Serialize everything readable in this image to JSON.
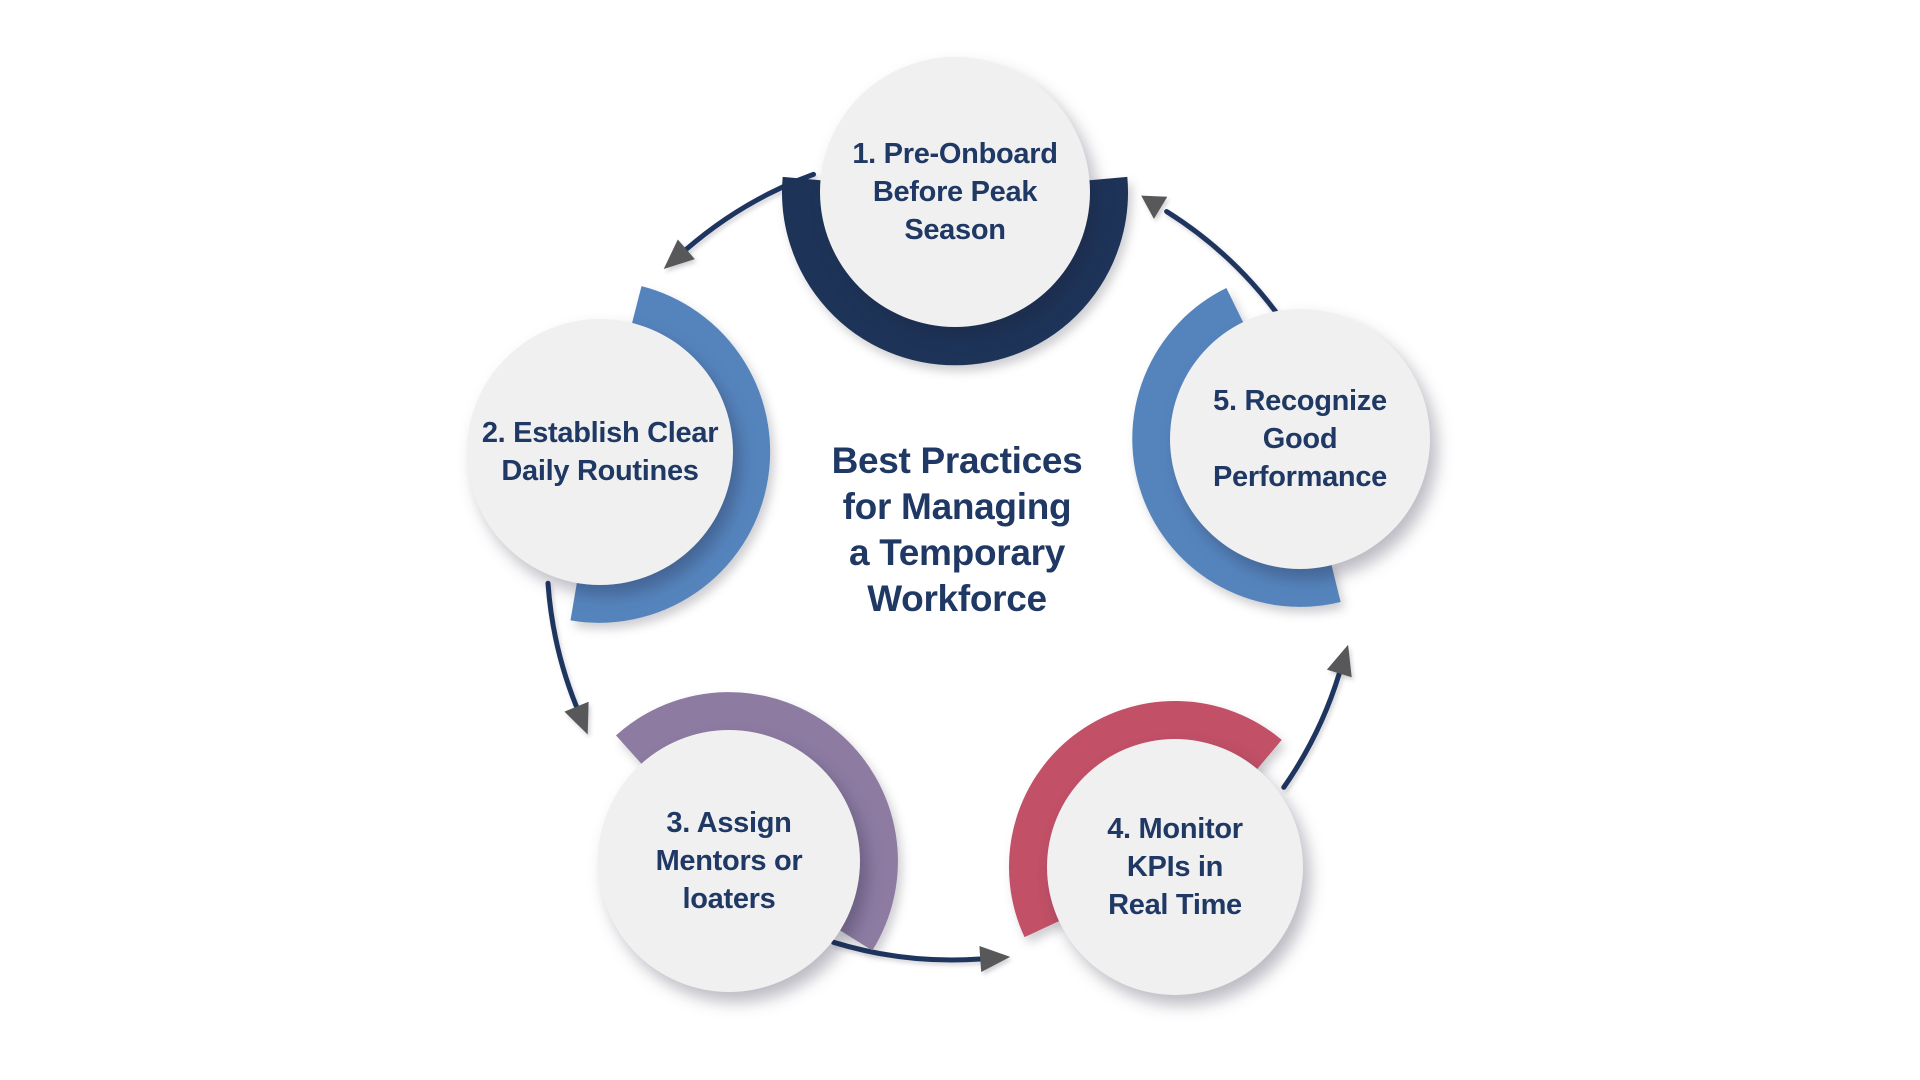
{
  "title": {
    "lines": [
      "Best Practices",
      "for Managing",
      "a Temporary",
      "Workforce"
    ]
  },
  "nodes": [
    {
      "id": "1",
      "lines": [
        "1. Pre-Onboard",
        "Before Peak",
        "Season"
      ],
      "arc_color": "#1d3458"
    },
    {
      "id": "2",
      "lines": [
        "2. Establish Clear",
        "Daily Routines"
      ],
      "arc_color": "#5584bd"
    },
    {
      "id": "3",
      "lines": [
        "3. Assign",
        "Mentors or",
        "loaters"
      ],
      "arc_color": "#8d7ba2"
    },
    {
      "id": "4",
      "lines": [
        "4. Monitor",
        "KPIs in",
        "Real Time"
      ],
      "arc_color": "#c25067"
    },
    {
      "id": "5",
      "lines": [
        "5. Recognize",
        "Good",
        "Performance"
      ],
      "arc_color": "#5584bd"
    }
  ],
  "colors": {
    "background": "#ffffff",
    "circle_fill": "#f0f0f1",
    "text_navy": "#1f3864",
    "navy_arc": "#1d3458",
    "blue_arc": "#5584bd",
    "purple_arc": "#8d7ba2",
    "red_arc": "#c25067",
    "arrow_line": "#1e3560",
    "arrow_head": "#58585a"
  }
}
